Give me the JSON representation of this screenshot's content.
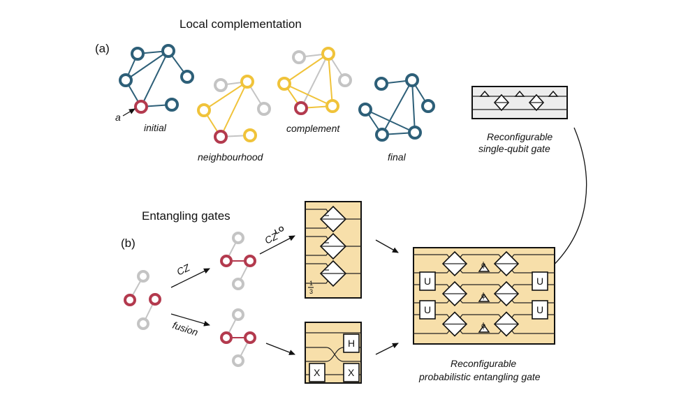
{
  "colors": {
    "teal": "#2d5f78",
    "red": "#b33a4e",
    "gray": "#c4c4c4",
    "yellow": "#f0c33a",
    "chip_fill": "#f7dfaa",
    "chip_fill_single": "#ededed"
  },
  "labels": {
    "local_title": "Local complementation",
    "panel_a": "(a)",
    "node_a": "a",
    "initial": "initial",
    "neighbourhood": "neighbourhood",
    "complement": "complement",
    "final": "final",
    "single_qubit_1": "Reconfigurable",
    "single_qubit_2": "single-qubit gate",
    "entangling_title": "Entangling gates",
    "panel_b": "(b)",
    "cz": "CZ",
    "czlo_base": "CZ",
    "czlo_sup": "LO",
    "fusion": "fusion",
    "third_num": "1",
    "third_den": "3",
    "gate_h": "H",
    "gate_x": "X",
    "gate_u": "U",
    "phi": "ϕ",
    "prob_1": "Reconfigurable",
    "prob_2": "probabilistic entangling gate"
  },
  "icons": [
    "arrow-icon",
    "diamond-beamsplitter-icon",
    "triangle-phaseshifter-icon"
  ]
}
